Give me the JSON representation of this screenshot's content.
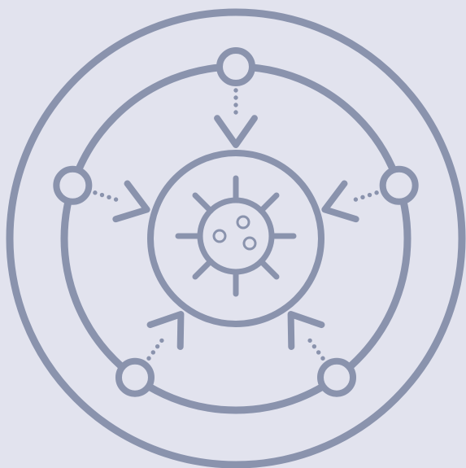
{
  "background": "#e2e3ee",
  "stroke_color": "#8a93ad",
  "icon": "virus-network-icon",
  "outer_nodes": [
    {
      "name": "top-node",
      "angle_deg": -90
    },
    {
      "name": "upper-right-node",
      "angle_deg": -18
    },
    {
      "name": "lower-right-node",
      "angle_deg": 54
    },
    {
      "name": "lower-left-node",
      "angle_deg": 126
    },
    {
      "name": "upper-left-node",
      "angle_deg": 198
    }
  ]
}
